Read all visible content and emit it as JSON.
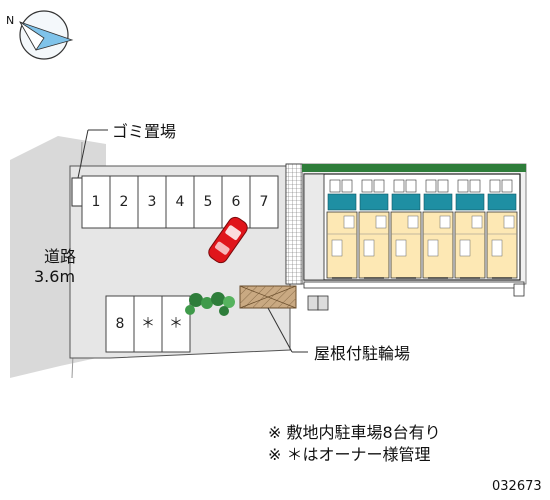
{
  "compass": {
    "label": "N"
  },
  "labels": {
    "garbage": "ゴミ置場",
    "road_name": "道路",
    "road_width": "3.6m",
    "bike_parking": "屋根付駐輪場",
    "note1": "※ 敷地内駐車場8台有り",
    "note2": "※ ＊はオーナー様管理",
    "code": "032673"
  },
  "parking_top": [
    "1",
    "2",
    "3",
    "4",
    "5",
    "6",
    "7"
  ],
  "parking_bottom": [
    "8",
    "＊",
    "＊"
  ],
  "colors": {
    "road": "#d9d9d9",
    "site": "#e6e6e6",
    "room_floor": "#fde8b4",
    "balcony": "#1f8fa3",
    "car": "#e0151b",
    "hedge": "#2e7d3a",
    "bike_roof": "#c9a982"
  }
}
